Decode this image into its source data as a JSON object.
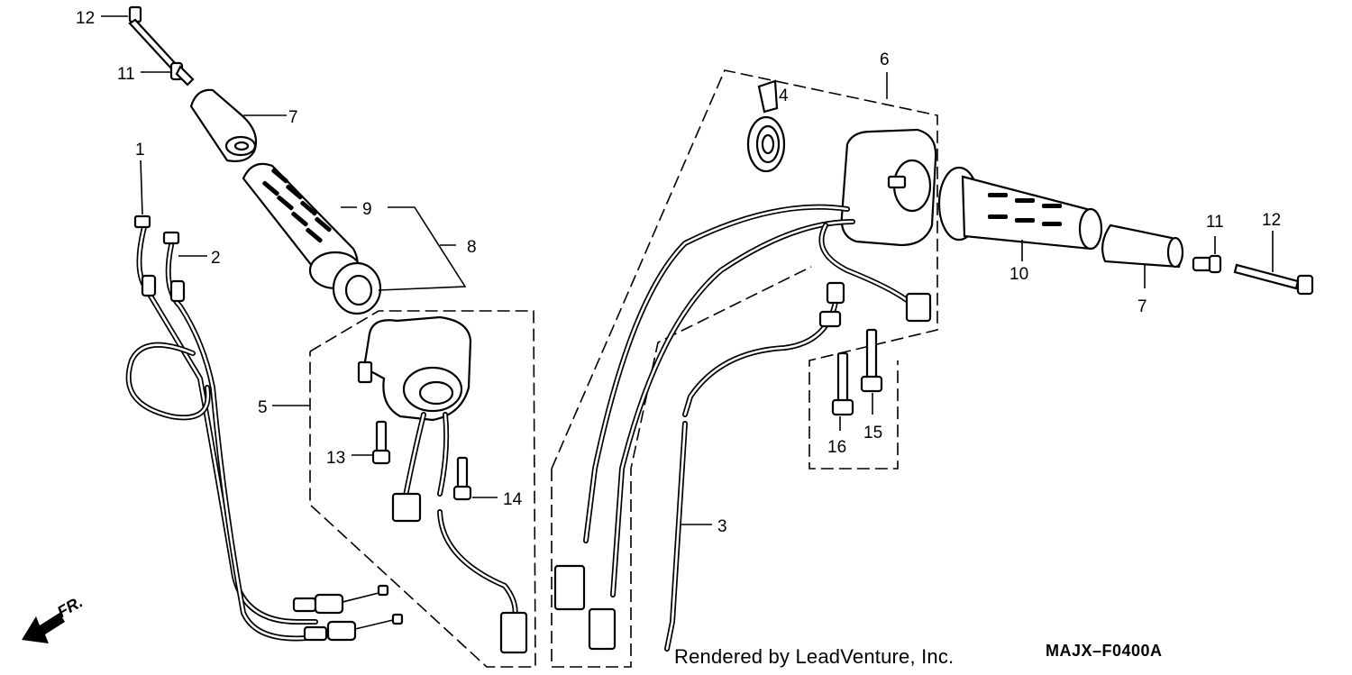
{
  "callouts": {
    "c1": "1",
    "c2": "2",
    "c3": "3",
    "c4": "4",
    "c5": "5",
    "c6": "6",
    "c7a": "7",
    "c7b": "7",
    "c8": "8",
    "c9": "9",
    "c10": "10",
    "c11a": "11",
    "c11b": "11",
    "c12a": "12",
    "c12b": "12",
    "c13": "13",
    "c14": "14",
    "c15": "15",
    "c16": "16"
  },
  "footer": {
    "credit": "Rendered by LeadVenture, Inc.",
    "code": "MAJX–F0400A",
    "front_label": "FR."
  }
}
